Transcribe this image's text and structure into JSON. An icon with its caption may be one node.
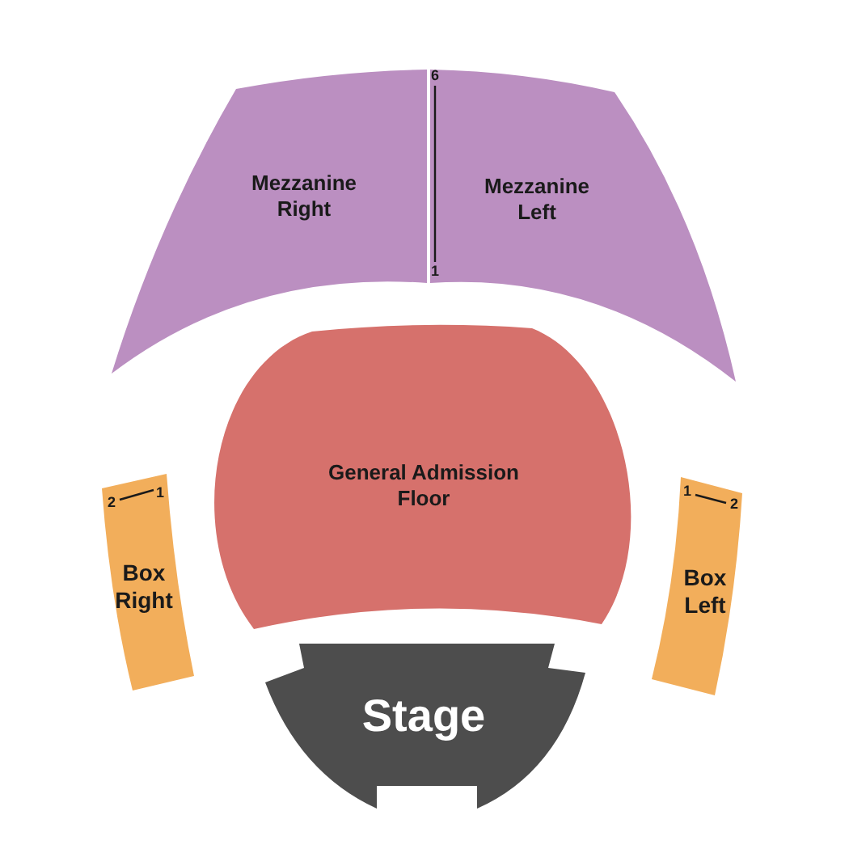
{
  "diagram": {
    "nodes": [
      {
        "text": [
          "Mezzanine Right"
        ]
      },
      {
        "text": [
          "Mezzanine Left"
        ]
      },
      {
        "text": [
          "General Admission Floor"
        ]
      },
      {
        "text": [
          "Box Right"
        ]
      },
      {
        "text": [
          "Box Left"
        ]
      },
      {
        "text": [
          "Stage"
        ]
      }
    ],
    "labels": [
      "6",
      "1",
      "2",
      "1",
      "1",
      "2"
    ]
  }
}
